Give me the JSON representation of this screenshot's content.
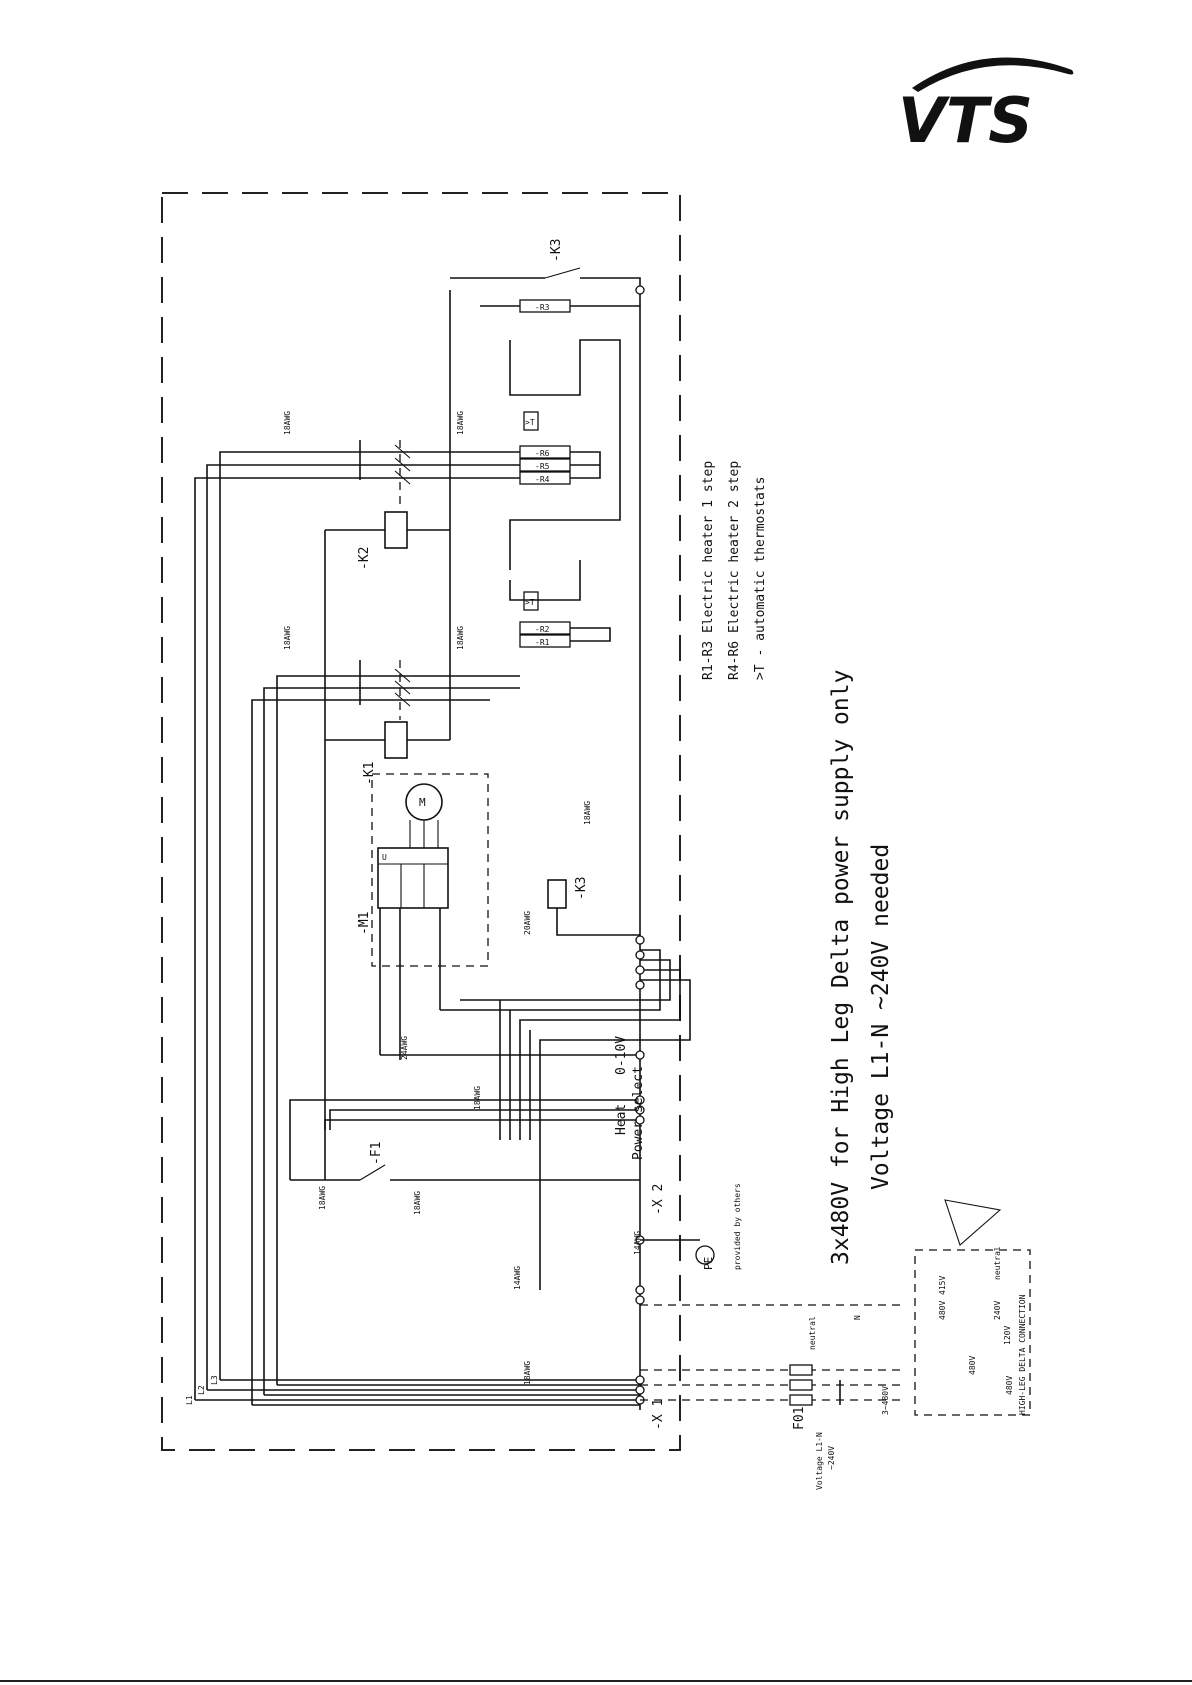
{
  "logo": {
    "text": "VTS"
  },
  "title": {
    "line1": "3x480V for High Leg Delta power supply only",
    "line2": "Voltage L1-N ~240V needed"
  },
  "legend": [
    "R1-R3 Electric heater 1 step",
    "R4-R6 Electric heater 2 step",
    ">T - automatic thermostats"
  ],
  "components": {
    "k1": "-K1",
    "k2": "-K2",
    "k3": "-K3",
    "k3_top": "-K3",
    "m1": "-M1",
    "f1": "-F1",
    "f01": "F01",
    "u": "U",
    "motor": "M",
    "r1": "-R1",
    "r2": "-R2",
    "r3": "-R3",
    "r4": "-R4",
    "r5": "-R5",
    "r6": "-R6",
    "x1": "-X 1",
    "x2": "-X 2",
    "pe": "PE",
    "thermostat": ">T"
  },
  "labels": {
    "heat": "Heat",
    "power_select": "Power select",
    "zero_ten": "0-10V",
    "provided": "provided by others",
    "voltage_l1n_1": "Voltage L1-N",
    "voltage_l1n_2": "~240V",
    "three_phase": "3~480V",
    "neutral": "neutral",
    "neutral2": "neutral",
    "high_leg": "HIGH-LEG DELTA CONNECTION",
    "v415": "415V",
    "v480a": "480V",
    "v480b": "480V",
    "v480c": "480V",
    "v240": "240V",
    "v120": "120V",
    "awg18": "18AWG",
    "awg14": "14AWG",
    "awg20": "20AWG",
    "awg24": "24AWG",
    "l1": "L1",
    "l2": "L2",
    "l3": "L3",
    "n": "N"
  }
}
